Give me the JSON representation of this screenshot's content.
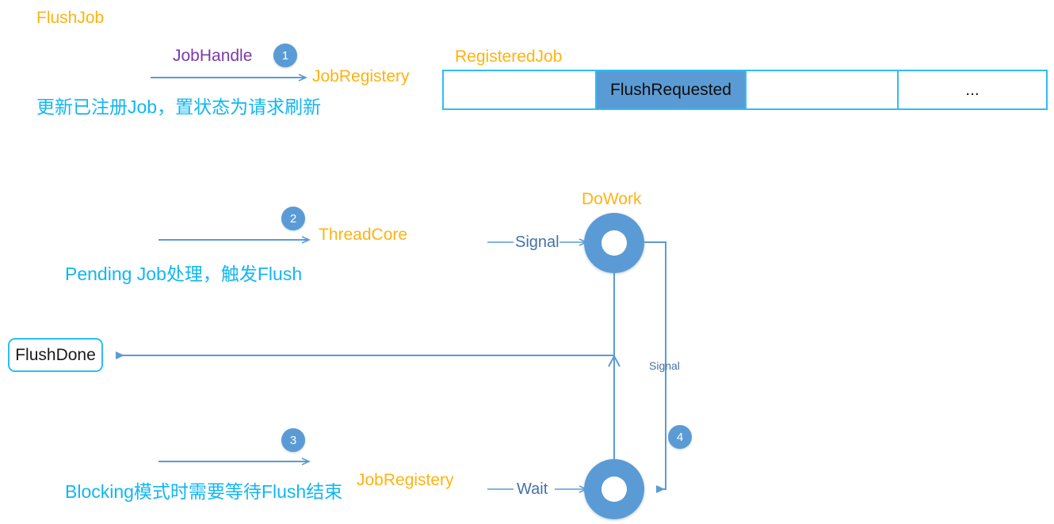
{
  "diagram": {
    "title": "FlushJob",
    "steps": [
      {
        "number": "1",
        "caller_label": "JobHandle",
        "target_label": "JobRegistery",
        "description": "更新已注册Job，置状态为请求刷新"
      },
      {
        "number": "2",
        "caller_label": "",
        "target_label": "ThreadCore",
        "description": "Pending Job处理，触发Flush"
      },
      {
        "number": "3",
        "caller_label": "",
        "target_label": "JobRegistery",
        "description": "Blocking模式时需要等待Flush结束"
      },
      {
        "number": "4",
        "caller_label": "",
        "target_label": "",
        "description": ""
      }
    ],
    "registered_job": {
      "title": "RegisteredJob",
      "cells": [
        "",
        "FlushRequested",
        "",
        "..."
      ],
      "highlighted_index": 1
    },
    "flush_done_box": {
      "label": "FlushDone"
    },
    "thread_nodes": {
      "dowork_label": "DoWork",
      "signal_in_label": "Signal",
      "wait_in_label": "Wait",
      "signal_back_label": "Signal"
    },
    "colors": {
      "orange": "#FFB310",
      "purple": "#7B3AA8",
      "cyan": "#11B6F2",
      "steel_blue": "#5B9BD5",
      "table_border": "#2EBDF2",
      "line_blue": "#5B9BD5"
    }
  }
}
